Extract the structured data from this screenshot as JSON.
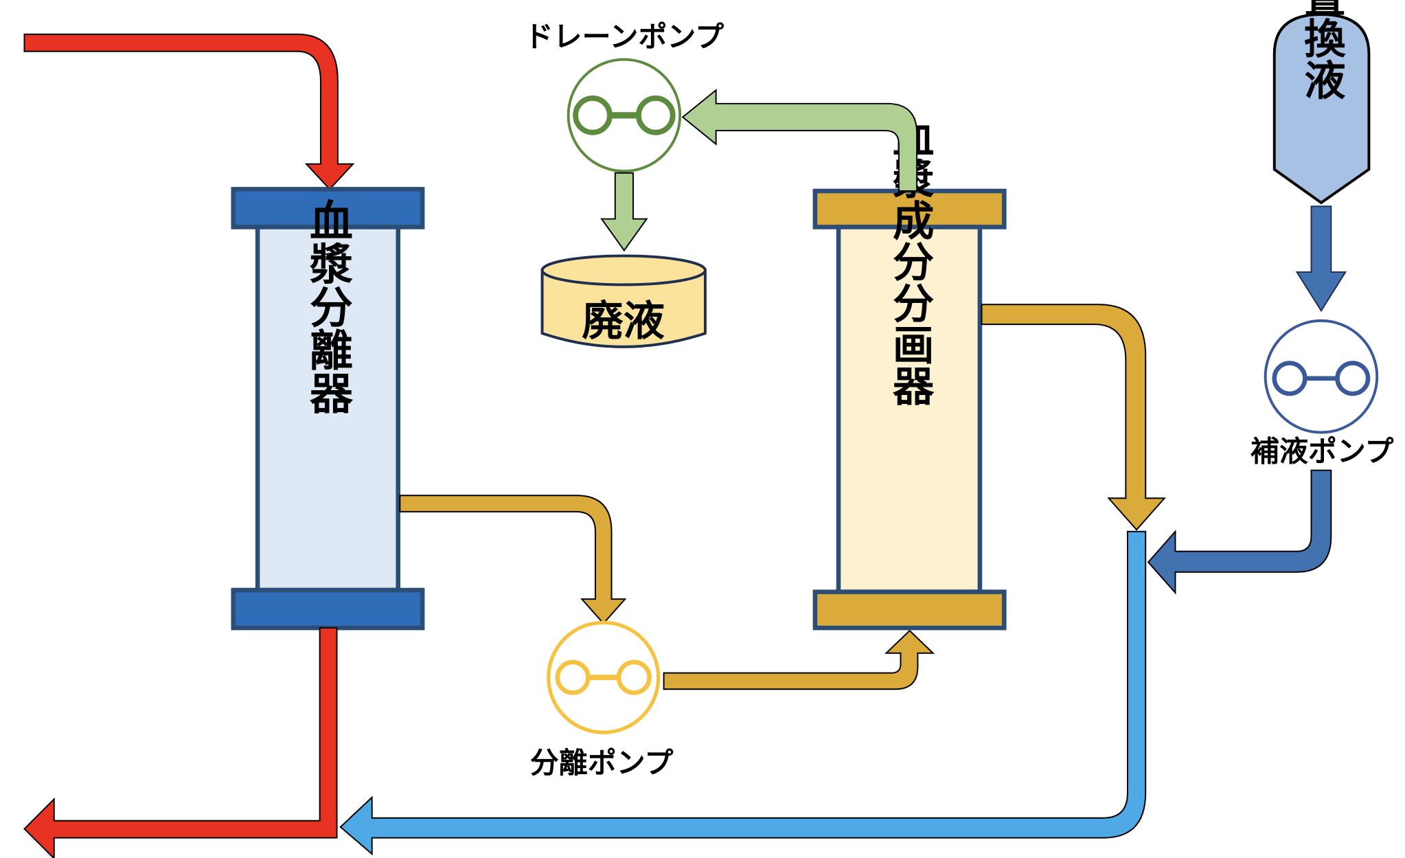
{
  "diagram": {
    "colors": {
      "blood": "#e83323",
      "separator_cap": "#2f6db8",
      "separator_body": "#dfe9f5",
      "frame_border": "#2c4d75",
      "plasma": "#daaa3a",
      "fractionator_body": "#fdf1d1",
      "drain": "#b0d093",
      "drain_pump": "#5e8b3e",
      "waste_fill": "#fbe39c",
      "return": "#4fa9e6",
      "supplement": "#4272b0",
      "supplement_pump": "#3c5a9a",
      "substitution_fill": "#a6c1e3",
      "separation_pump": "#f5c242"
    },
    "components": {
      "plasma_separator": {
        "label": "血漿分離器"
      },
      "plasma_fractionator": {
        "label": "血漿成分分画器"
      },
      "waste": {
        "label": "廃液"
      },
      "substitution_fluid": {
        "label": "置換液"
      }
    },
    "pumps": {
      "drain_pump": {
        "label": "ドレーンポンプ"
      },
      "separation_pump": {
        "label": "分離ポンプ"
      },
      "supplement_pump": {
        "label": "補液ポンプ"
      }
    }
  }
}
